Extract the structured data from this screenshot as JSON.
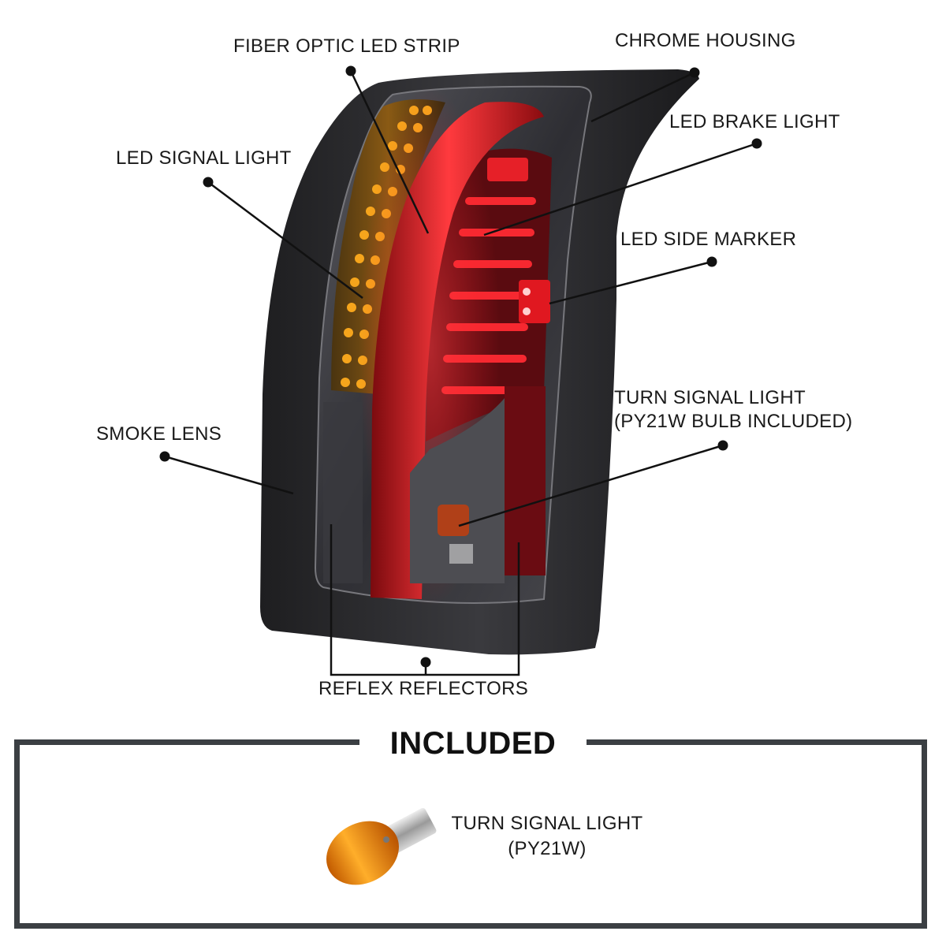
{
  "callouts": {
    "fiber_optic": "FIBER OPTIC LED STRIP",
    "chrome_housing": "CHROME HOUSING",
    "led_brake": "LED BRAKE LIGHT",
    "led_signal": "LED SIGNAL LIGHT",
    "led_side_marker": "LED SIDE MARKER",
    "turn_signal_line1": "TURN SIGNAL LIGHT",
    "turn_signal_line2": "(PY21W BULB INCLUDED)",
    "smoke_lens": "SMOKE LENS",
    "reflex_reflectors": "REFLEX REFLECTORS"
  },
  "included": {
    "title": "INCLUDED",
    "bulb_line1": "TURN SIGNAL LIGHT",
    "bulb_line2": "(PY21W)"
  },
  "colors": {
    "housing": "#2a2a2c",
    "led_red": "#e0141c",
    "led_amber": "#f2a21a",
    "frame": "#3b3f43"
  },
  "icons": {
    "product": "tail-light-illustration",
    "bulb": "py21w-bulb-illustration"
  }
}
